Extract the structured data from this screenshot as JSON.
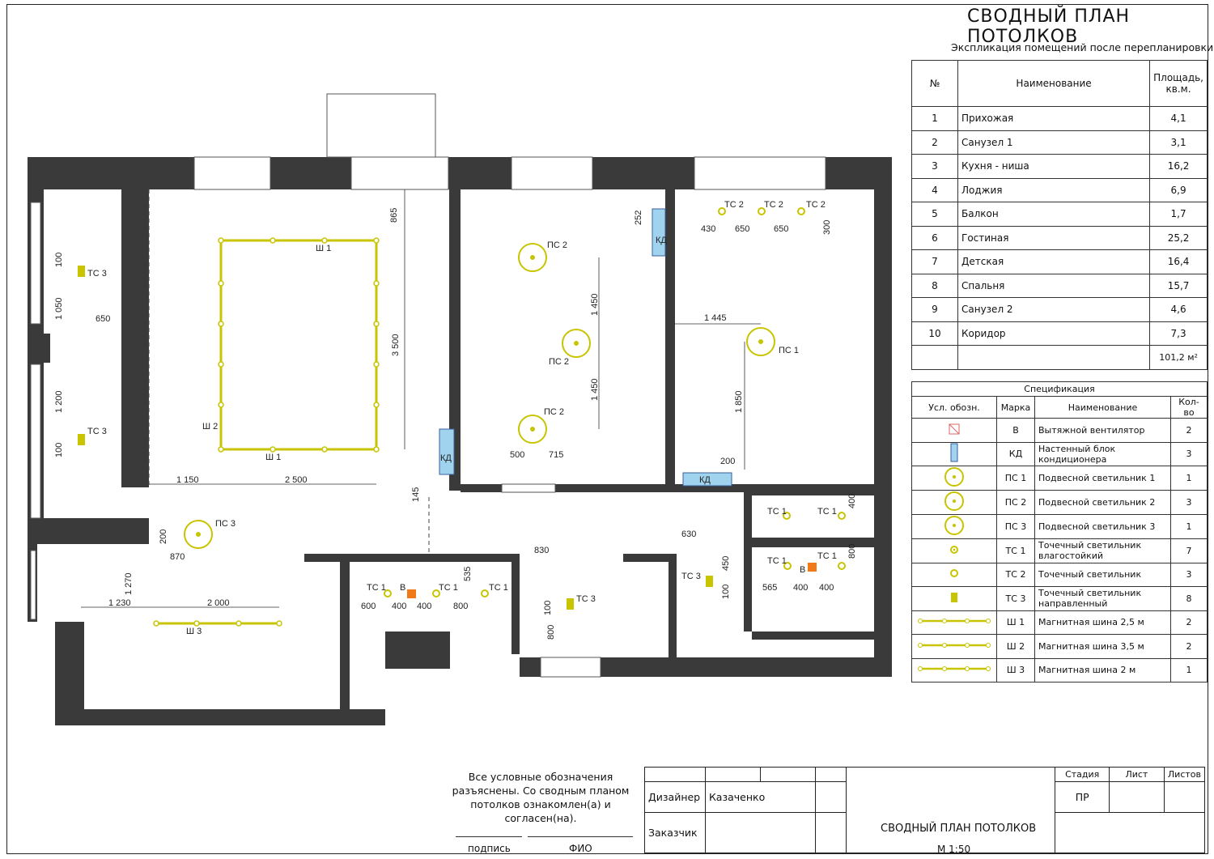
{
  "title": "СВОДНЫЙ ПЛАН ПОТОЛКОВ",
  "explication": {
    "caption": "Экспликация помещений после перепланировки",
    "headers": [
      "№",
      "Наименование",
      "Площадь, кв.м."
    ],
    "rows": [
      [
        "1",
        "Прихожая",
        "4,1"
      ],
      [
        "2",
        "Санузел 1",
        "3,1"
      ],
      [
        "3",
        "Кухня - ниша",
        "16,2"
      ],
      [
        "4",
        "Лоджия",
        "6,9"
      ],
      [
        "5",
        "Балкон",
        "1,7"
      ],
      [
        "6",
        "Гостиная",
        "25,2"
      ],
      [
        "7",
        "Детская",
        "16,4"
      ],
      [
        "8",
        "Спальня",
        "15,7"
      ],
      [
        "9",
        "Санузел 2",
        "4,6"
      ],
      [
        "10",
        "Коридор",
        "7,3"
      ]
    ],
    "total": "101,2 м²"
  },
  "spec": {
    "caption": "Спецификация",
    "headers": [
      "Усл. обозн.",
      "Марка",
      "Наименование",
      "Кол-во"
    ],
    "rows": [
      {
        "icon": "fan-icon",
        "mark": "В",
        "name": "Вытяжной вентилятор",
        "qty": "2"
      },
      {
        "icon": "ac-unit-icon",
        "mark": "КД",
        "name": "Настенный блок кондиционера",
        "qty": "3"
      },
      {
        "icon": "pendant-light-icon",
        "mark": "ПС 1",
        "name": "Подвесной светильник 1",
        "qty": "1"
      },
      {
        "icon": "pendant-light-icon",
        "mark": "ПС 2",
        "name": "Подвесной светильник 2",
        "qty": "3"
      },
      {
        "icon": "pendant-light-icon",
        "mark": "ПС 3",
        "name": "Подвесной светильник 3",
        "qty": "1"
      },
      {
        "icon": "spot-light-wet-icon",
        "mark": "ТС 1",
        "name": "Точечный светильник влагостойкий",
        "qty": "7"
      },
      {
        "icon": "spot-light-icon",
        "mark": "ТС 2",
        "name": "Точечный светильник",
        "qty": "3"
      },
      {
        "icon": "directional-spot-icon",
        "mark": "ТС 3",
        "name": "Точечный светильник направленный",
        "qty": "8"
      },
      {
        "icon": "magnetic-track-icon",
        "mark": "Ш 1",
        "name": "Магнитная шина 2,5 м",
        "qty": "2"
      },
      {
        "icon": "magnetic-track-icon",
        "mark": "Ш 2",
        "name": "Магнитная шина 3,5 м",
        "qty": "2"
      },
      {
        "icon": "magnetic-track-icon",
        "mark": "Ш 3",
        "name": "Магнитная шина 2 м",
        "qty": "1"
      }
    ]
  },
  "plan": {
    "labels": {
      "sh1": "Ш 1",
      "sh2": "Ш 2",
      "sh3": "Ш 3",
      "ps1": "ПС 1",
      "ps2": "ПС 2",
      "ps3": "ПС 3",
      "ts1": "ТС 1",
      "ts2": "ТС 2",
      "ts3": "ТС 3",
      "kd": "КД",
      "v": "В"
    },
    "dims": {
      "d865": "865",
      "d3500": "3 500",
      "d2500": "2 500",
      "d1150": "1 150",
      "d1050": "1 050",
      "d650": "650",
      "d1200": "1 200",
      "d100": "100",
      "d200": "200",
      "d870": "870",
      "d1270": "1 270",
      "d1230": "1 230",
      "d2000": "2 000",
      "d145": "145",
      "d252": "252",
      "d1450": "1 450",
      "d500": "500",
      "d715": "715",
      "d430": "430",
      "d300": "300",
      "d1445": "1 445",
      "d1850": "1 850",
      "d400": "400",
      "d600": "600",
      "d800": "800",
      "d535": "535",
      "d830": "830",
      "d630": "630",
      "d450": "450",
      "d565": "565"
    }
  },
  "signoff": {
    "note": "Все условные обозначения разъяснены. Со сводным планом потолков ознакомлен(а) и согласен(на).",
    "sign_label": "подпись",
    "name_label": "ФИО"
  },
  "stamp": {
    "designer_role": "Дизайнер",
    "designer_name": "Казаченко",
    "client_role": "Заказчик",
    "stage_header": "Стадия",
    "sheet_header": "Лист",
    "sheets_header": "Листов",
    "stage_value": "ПР",
    "sheet_title": "СВОДНЫЙ ПЛАН ПОТОЛКОВ",
    "scale": "М 1:50"
  },
  "colors": {
    "wall": "#3a3a3a",
    "track": "#c8c400",
    "ac": "#9fd3ee",
    "fan": "#f07a1a"
  }
}
